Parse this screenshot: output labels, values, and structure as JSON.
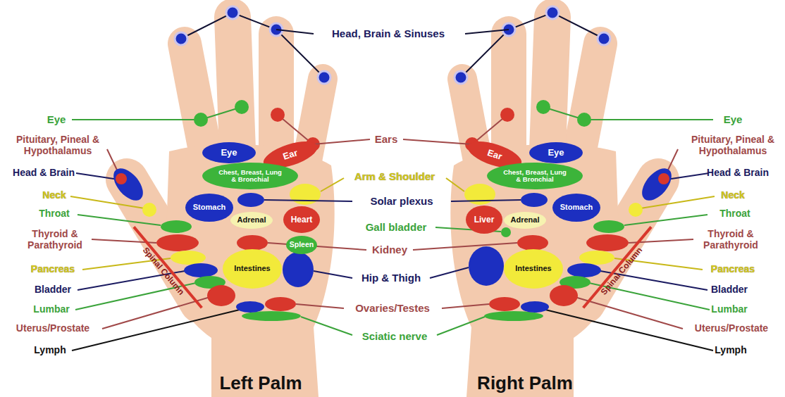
{
  "diagram": {
    "nodes": [
      {
        "text": [
          "Eye"
        ]
      },
      {
        "text": [
          "Ear"
        ]
      },
      {
        "text": [
          "Chest, Breast, Lung & Bronchial"
        ]
      },
      {
        "text": [
          "Stomach"
        ]
      },
      {
        "text": [
          "Adrenal"
        ]
      },
      {
        "text": [
          "Heart"
        ]
      },
      {
        "text": [
          "Spleen"
        ]
      },
      {
        "text": [
          "Intestines"
        ]
      },
      {
        "text": [
          "Spinal Column"
        ]
      },
      {
        "text": [
          "Ear"
        ]
      },
      {
        "text": [
          "Eye"
        ]
      },
      {
        "text": [
          "Chest, Breast, Lung & Bronchial"
        ]
      },
      {
        "text": [
          "Liver"
        ]
      },
      {
        "text": [
          "Adrenal"
        ]
      },
      {
        "text": [
          "Stomach"
        ]
      },
      {
        "text": [
          "Intestines"
        ]
      },
      {
        "text": [
          "Spinal Column"
        ]
      }
    ],
    "labels": [
      "Head, Brain & Sinuses",
      "Eye",
      "Eye",
      "Pituitary, Pineal & Hypothalamus",
      "Pituitary, Pineal & Hypothalamus",
      "Head & Brain",
      "Ears",
      "Head & Brain",
      "Arm & Shoulder",
      "Neck",
      "Neck",
      "Throat",
      "Solar plexus",
      "Throat",
      "Thyroid & Parathyroid",
      "Gall bladder",
      "Thyroid & Parathyroid",
      "Kidney",
      "Pancreas",
      "Pancreas",
      "Hip & Thigh",
      "Bladder",
      "Bladder",
      "Lumbar",
      "Ovaries/Testes",
      "Lumbar",
      "Uterus/Prostate",
      "Uterus/Prostate",
      "Sciatic nerve",
      "Lymph",
      "Lymph",
      "Left Palm",
      "Right Palm"
    ]
  }
}
